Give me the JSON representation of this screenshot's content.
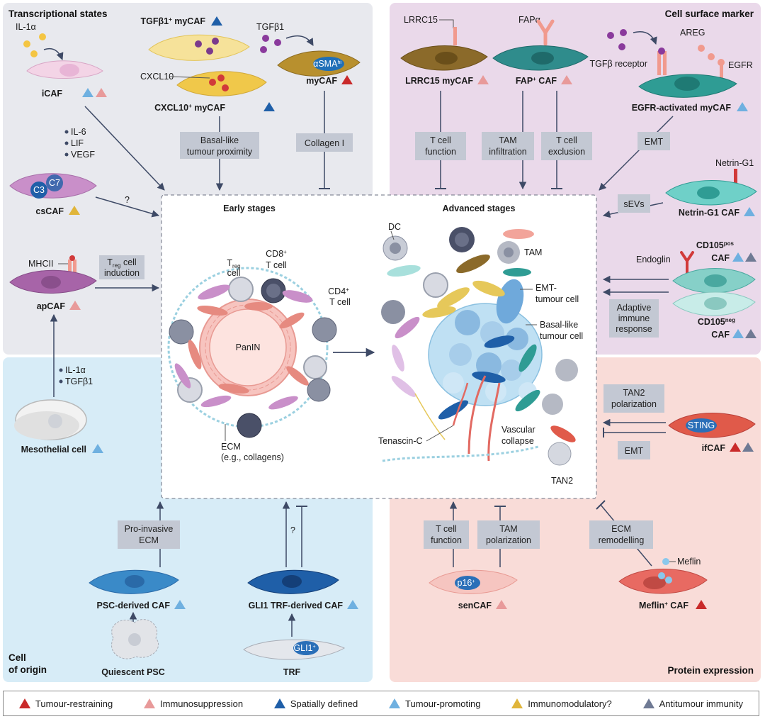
{
  "quadrants": {
    "top_left": "Transcriptional states",
    "top_right": "Cell surface marker",
    "bottom_left": "Cell\nof origin",
    "bottom_right": "Protein expression"
  },
  "center": {
    "early_stages": "Early stages",
    "advanced_stages": "Advanced stages",
    "early_labels": {
      "treg": "T",
      "treg_sub": "reg",
      "treg_cell": "cell",
      "cd8": "CD8",
      "cd8_sup": "+",
      "cd8_tcell": "T cell",
      "cd4": "CD4",
      "cd4_sup": "+",
      "cd4_tcell": "T cell",
      "panin": "PanIN",
      "ecm": "ECM",
      "ecm_sub": "(e.g., collagens)"
    },
    "advanced_labels": {
      "dc": "DC",
      "tam": "TAM",
      "emt_tumour": "EMT-",
      "emt_tumour2": "tumour cell",
      "basal_tumour": "Basal-like",
      "basal_tumour2": "tumour cell",
      "tenascin": "Tenascin-C",
      "vascular": "Vascular",
      "vascular2": "collapse",
      "tan2": "TAN2"
    }
  },
  "cells": {
    "icaf": {
      "name": "iCAF",
      "stimulus": "IL-1α"
    },
    "tgfb1_mycaf": {
      "name": "TGFβ1",
      "sup": "+",
      "rest": " myCAF"
    },
    "cxcl10_mycaf": {
      "name": "CXCL10",
      "sup": "+",
      "rest": " myCAF",
      "ligand": "CXCL10"
    },
    "mycaf": {
      "name": "myCAF",
      "stimulus": "TGFβ1",
      "marker": "αSMA",
      "marker_sup": "hi"
    },
    "cscaf": {
      "name": "csCAF",
      "c3": "C3",
      "c7": "C7",
      "question": "?"
    },
    "apcaf": {
      "name": "apCAF",
      "marker": "MHCII"
    },
    "lrrc15": {
      "name": "LRRC15 myCAF",
      "marker": "LRRC15"
    },
    "fap": {
      "name": "FAP",
      "sup": "+",
      "rest": " CAF",
      "marker": "FAPα"
    },
    "egfr": {
      "name": "EGFR-activated myCAF",
      "areg": "AREG",
      "egfr": "EGFR",
      "tgfb_receptor": "TGFβ receptor"
    },
    "netrin": {
      "name": "Netrin-G1 CAF",
      "marker": "Netrin-G1"
    },
    "cd105pos": {
      "name": "CD105",
      "sup": "pos",
      "rest": "CAF",
      "marker": "Endoglin"
    },
    "cd105neg": {
      "name": "CD105",
      "sup": "neg",
      "rest": "CAF"
    },
    "mesothelial": {
      "name": "Mesothelial cell"
    },
    "psc_derived": {
      "name": "PSC-derived CAF"
    },
    "gli1": {
      "name": "GLI1 TRF-derived CAF",
      "question": "?"
    },
    "quiescent_psc": {
      "name": "Quiescent PSC"
    },
    "trf": {
      "name": "TRF",
      "marker": "GLI1",
      "marker_sup": "+"
    },
    "sencaf": {
      "name": "senCAF",
      "marker": "p16",
      "marker_sup": "+"
    },
    "meflin": {
      "name": "Meflin",
      "sup": "+",
      "rest": " CAF",
      "marker": "Meflin"
    },
    "ifcaf": {
      "name": "ifCAF",
      "marker": "STING"
    }
  },
  "factors": {
    "icaf_secreted": [
      "IL-6",
      "LIF",
      "VEGF"
    ],
    "mesothelial_stimuli": [
      "IL-1α",
      "TGFβ1"
    ]
  },
  "process_boxes": {
    "basal_like": [
      "Basal-like",
      "tumour proximity"
    ],
    "collagen": [
      "Collagen I"
    ],
    "treg_induction": [
      "T",
      "reg",
      " cell",
      "induction"
    ],
    "tcell_function_top": [
      "T cell",
      "function"
    ],
    "tam_infiltration": [
      "TAM",
      "infiltration"
    ],
    "tcell_exclusion": [
      "T cell",
      "exclusion"
    ],
    "emt_top": [
      "EMT"
    ],
    "sevs": [
      "sEVs"
    ],
    "adaptive": [
      "Adaptive",
      "immune",
      "response"
    ],
    "tan2_polarization": [
      "TAN2",
      "polarization"
    ],
    "emt_bottom": [
      "EMT"
    ],
    "pro_invasive": [
      "Pro-invasive",
      "ECM"
    ],
    "tcell_function_bottom": [
      "T cell",
      "function"
    ],
    "tam_polarization": [
      "TAM",
      "polarization"
    ],
    "ecm_remodelling": [
      "ECM",
      "remodelling"
    ]
  },
  "legend": [
    {
      "label": "Tumour-restraining",
      "color": "#c92a2a"
    },
    {
      "label": "Immunosuppression",
      "color": "#e89a9a"
    },
    {
      "label": "Spatially defined",
      "color": "#1f5fa8"
    },
    {
      "label": "Tumour-promoting",
      "color": "#6fb0e0"
    },
    {
      "label": "Immunomodulatory?",
      "color": "#e0b53a"
    },
    {
      "label": "Antitumour immunity",
      "color": "#6f7a94"
    }
  ],
  "colors": {
    "top_left_bg": "#e8e9ee",
    "top_right_bg": "#ead9ea",
    "bottom_left_bg": "#d7ecf7",
    "bottom_right_bg": "#f9dcd8",
    "process_box": "#c3c8d3",
    "arrow": "#3e4a66"
  }
}
